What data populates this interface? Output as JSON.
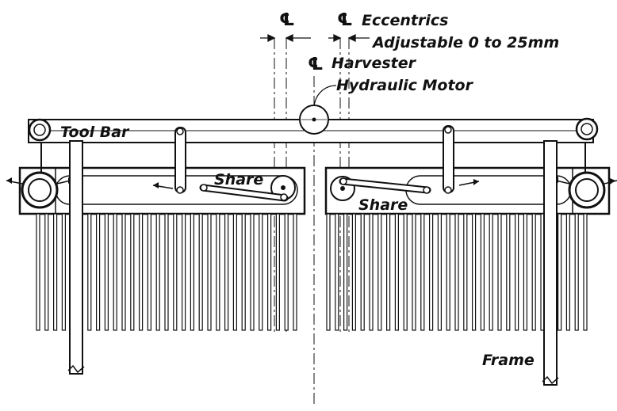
{
  "labels": {
    "cl_symbol": "℄",
    "eccentrics": "Eccentrics",
    "adjustable": "Adjustable 0 to 25mm",
    "harvester": "Harvester",
    "hydraulic_motor": "Hydraulic Motor",
    "tool_bar": "Tool Bar",
    "share_left": "Share",
    "share_right": "Share",
    "frame": "Frame"
  },
  "colors": {
    "ink": "#111111",
    "paper": "#ffffff"
  }
}
